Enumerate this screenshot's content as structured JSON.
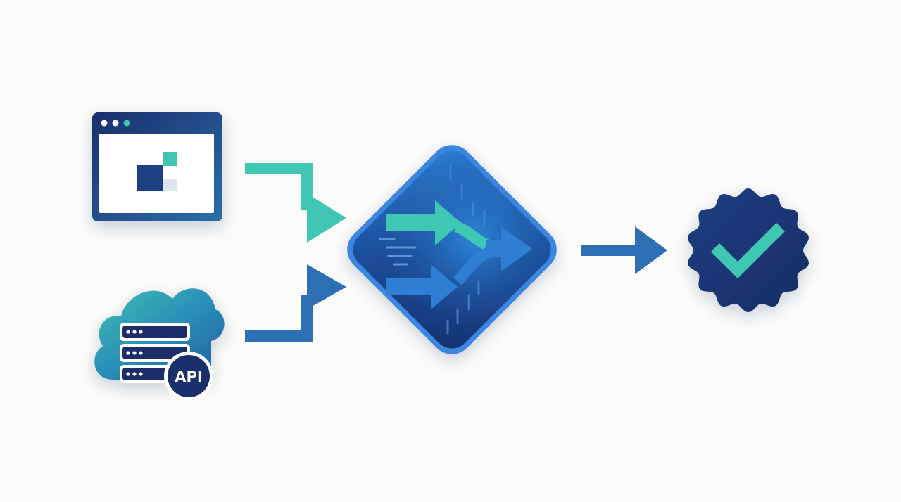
{
  "colors": {
    "background": "#fbfbf9",
    "navy": "#1b2f6b",
    "blue": "#2d6fb4",
    "teal": "#3fc7b4",
    "bright_blue": "#2f7fd4"
  },
  "nodes": {
    "browser_window": {
      "icon": "browser-window-icon"
    },
    "api_server": {
      "icon": "cloud-server-icon",
      "badge_label": "API"
    },
    "processor": {
      "icon": "merge-arrows-diamond-icon"
    },
    "verified": {
      "icon": "verified-check-badge-icon"
    }
  },
  "edges": [
    {
      "from": "browser_window",
      "to": "processor",
      "color": "teal"
    },
    {
      "from": "api_server",
      "to": "processor",
      "color": "blue"
    },
    {
      "from": "processor",
      "to": "verified",
      "color": "blue"
    }
  ]
}
